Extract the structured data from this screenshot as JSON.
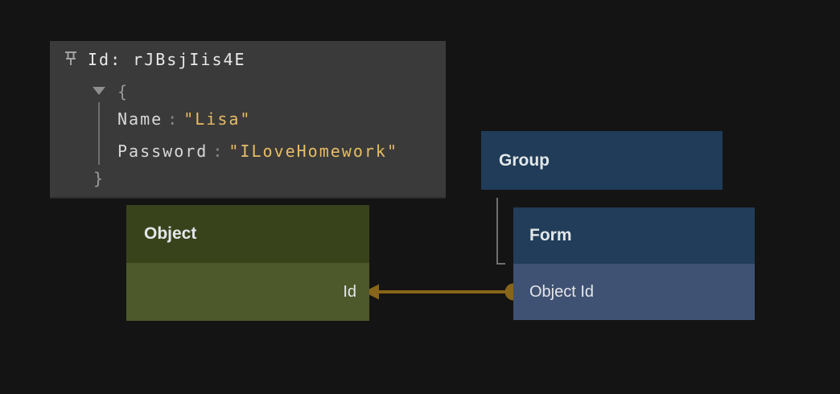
{
  "canvas": {
    "background": "#141414"
  },
  "tooltip": {
    "pin_icon": "pin-icon",
    "title": "Id: rJBsjIis4E",
    "expander_state": "expanded",
    "brace_open": "{",
    "brace_close": "}",
    "separator": ":",
    "fields": [
      {
        "key": "Name",
        "value": "\"Lisa\""
      },
      {
        "key": "Password",
        "value": "\"ILoveHomework\""
      }
    ],
    "colors": {
      "background": "#3a3a3a",
      "title": "#e9e9e9",
      "key": "#d8d8d8",
      "separator": "#8a8a8a",
      "value": "#e7bc66",
      "brace": "#9b9b9b"
    }
  },
  "nodes": [
    {
      "id": "object",
      "title": "Object",
      "rows": [
        {
          "label": "Id"
        }
      ],
      "colors": {
        "header": "#39431b",
        "row": "#4d592a"
      }
    },
    {
      "id": "group",
      "title": "Group",
      "rows": [],
      "colors": {
        "header": "#203c58"
      }
    },
    {
      "id": "form",
      "title": "Form",
      "rows": [
        {
          "label": "Object Id"
        }
      ],
      "colors": {
        "header": "#213d59",
        "row": "#405273"
      }
    }
  ],
  "edges": [
    {
      "from": "form.object-id",
      "to": "object.id",
      "style": "arrow-with-source-dot",
      "color": "#876519"
    },
    {
      "from": "group",
      "to": "form",
      "style": "elbow",
      "color": "#707070"
    }
  ]
}
